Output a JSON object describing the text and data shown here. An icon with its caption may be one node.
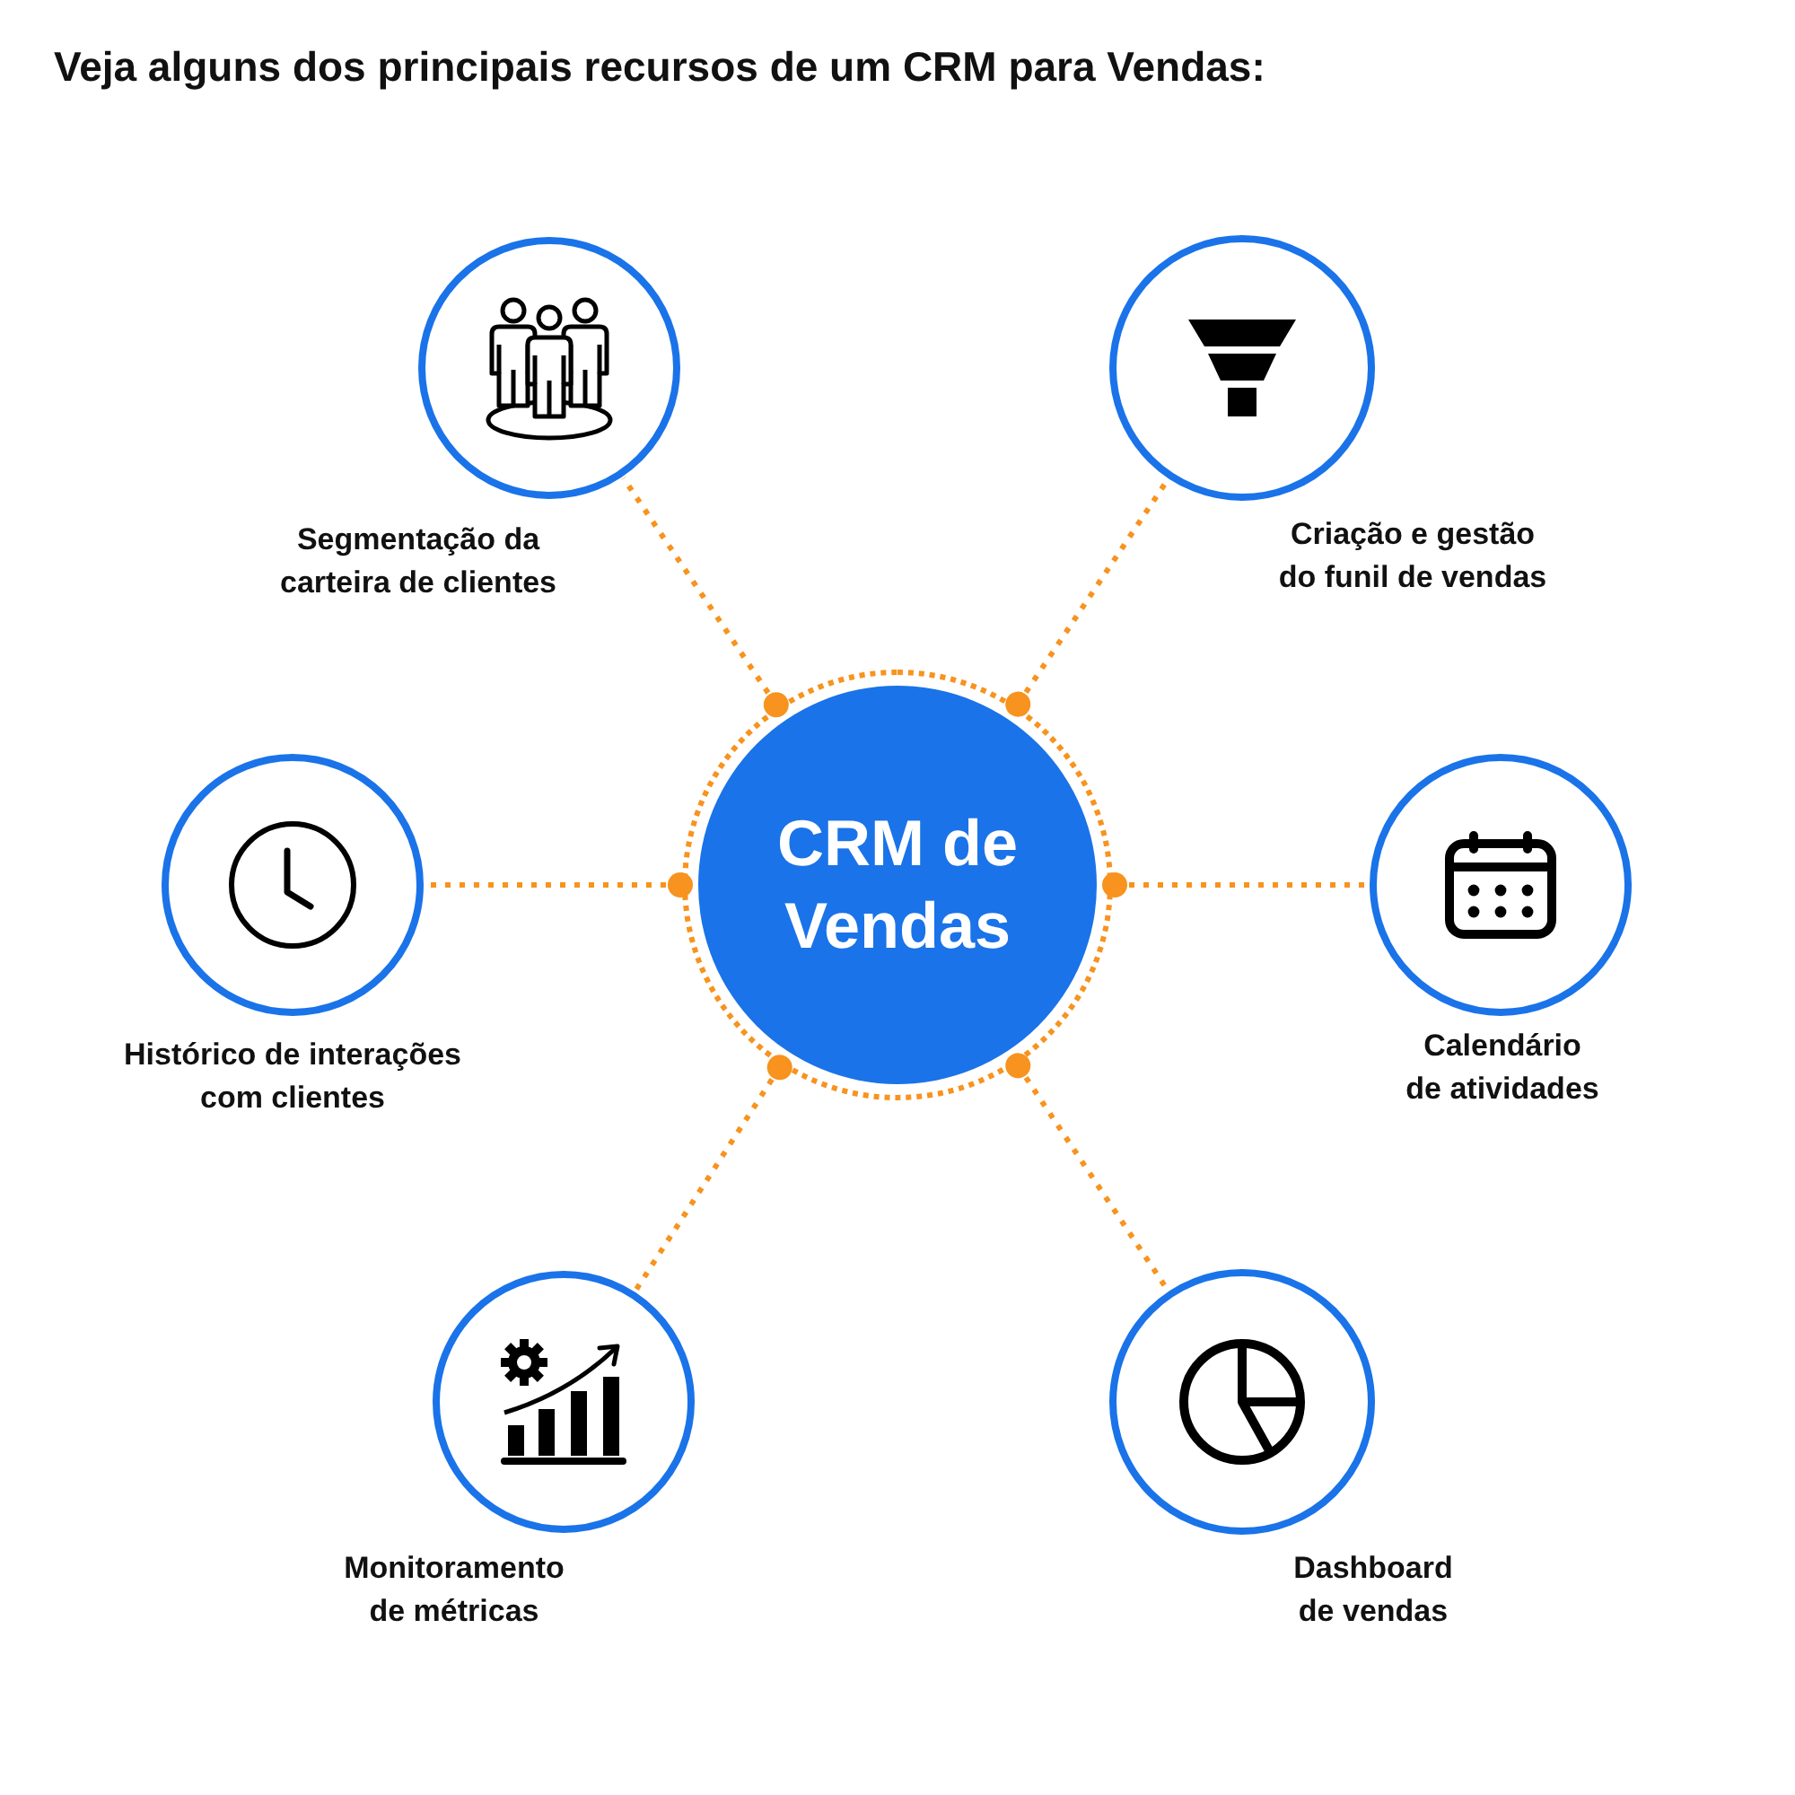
{
  "diagram": {
    "title": "Veja alguns dos principais recursos de um CRM para Vendas:",
    "nodes": [
      {
        "text": [
          "CRM de Vendas"
        ]
      },
      {
        "text": [
          "Segmentação da carteira de clientes"
        ]
      },
      {
        "text": [
          "Criação e gestão do funil de vendas"
        ]
      },
      {
        "text": [
          "Histórico de interações com clientes"
        ]
      },
      {
        "text": [
          "Calendário de atividades"
        ]
      },
      {
        "text": [
          "Monitoramento de métricas"
        ]
      },
      {
        "text": [
          "Dashboard de vendas"
        ]
      }
    ],
    "edges": [
      {
        "from": 0,
        "to": 1,
        "arrow": "other",
        "style": "dashed"
      },
      {
        "from": 0,
        "to": 2,
        "arrow": "other",
        "style": "dashed"
      },
      {
        "from": 0,
        "to": 3,
        "arrow": "other",
        "style": "dashed"
      },
      {
        "from": 0,
        "to": 4,
        "arrow": "other",
        "style": "dashed"
      },
      {
        "from": 0,
        "to": 5,
        "arrow": "other",
        "style": "dashed"
      },
      {
        "from": 0,
        "to": 6,
        "arrow": "other",
        "style": "dashed"
      }
    ]
  }
}
